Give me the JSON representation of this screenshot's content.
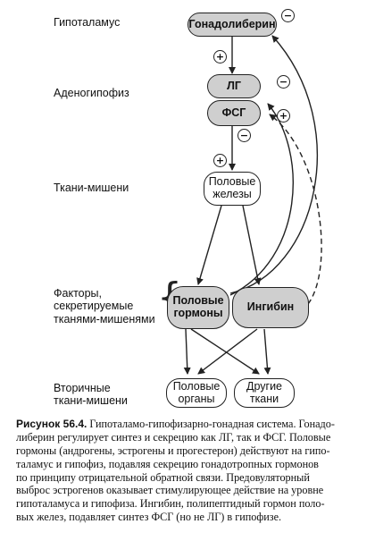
{
  "levels": {
    "hypothalamus": "Гипоталамус",
    "adenohypophysis": "Аденогипофиз",
    "target_tissues": "Ткани-мишени",
    "factors_line1": "Факторы,",
    "factors_line2": "секретируемые",
    "factors_line3": "тканями-мишенями",
    "secondary_line1": "Вторичные",
    "secondary_line2": "ткани-мишени"
  },
  "nodes": {
    "gnrh": "Гонадолиберин",
    "lh": "ЛГ",
    "fsh": "ФСГ",
    "gonads_line1": "Половые",
    "gonads_line2": "железы",
    "sex_hormones_line1": "Половые",
    "sex_hormones_line2": "гормоны",
    "inhibin": "Ингибин",
    "sex_organs_line1": "Половые",
    "sex_organs_line2": "органы",
    "other_tissues_line1": "Другие",
    "other_tissues_line2": "ткани"
  },
  "signs": {
    "plus": "+",
    "minus": "−"
  },
  "caption": {
    "lead": "Рисунок 56.4.",
    "line1": "Гипоталамо-гипофизарно-гонадная система. Гонадо-",
    "line2": "либерин регулирует синтез и секрецию как ЛГ, так и ФСГ. Половые",
    "line3": "гормоны (андрогены, эстрогены и прогестерон) действуют на гипо-",
    "line4": "таламус и гипофиз, подавляя секрецию гонадотропных гормонов",
    "line5": "по принципу отрицательной обратной связи. Предовуляторный",
    "line6": "выброс эстрогенов оказывает стимулирующее действие на уровне",
    "line7": "гипоталамуса и гипофиза. Ингибин, полипептидный гормон поло-",
    "line8": "вых желез, подавляет синтез ФСГ (но не ЛГ) в гипофизе."
  }
}
